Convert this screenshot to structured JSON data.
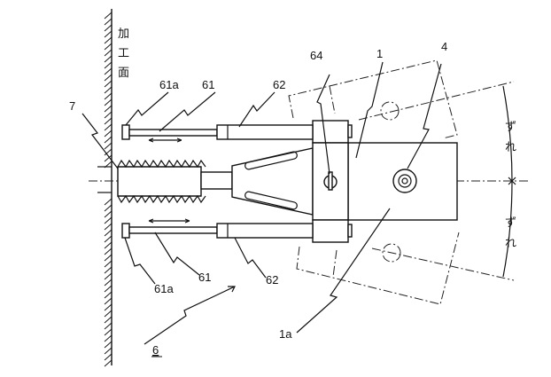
{
  "surface_label": [
    "加",
    "工",
    "面"
  ],
  "labels": {
    "l64": "64",
    "l1": "1",
    "l4": "4",
    "l61a_top": "61a",
    "l61_top": "61",
    "l62_top": "62",
    "l7": "7",
    "l61a_bot": "61a",
    "l61_bot": "61",
    "l62_bot": "62",
    "l1a": "1a",
    "l6": "6"
  },
  "offset_top": [
    "ず",
    "れ"
  ],
  "offset_bottom": [
    "ず",
    "れ"
  ]
}
